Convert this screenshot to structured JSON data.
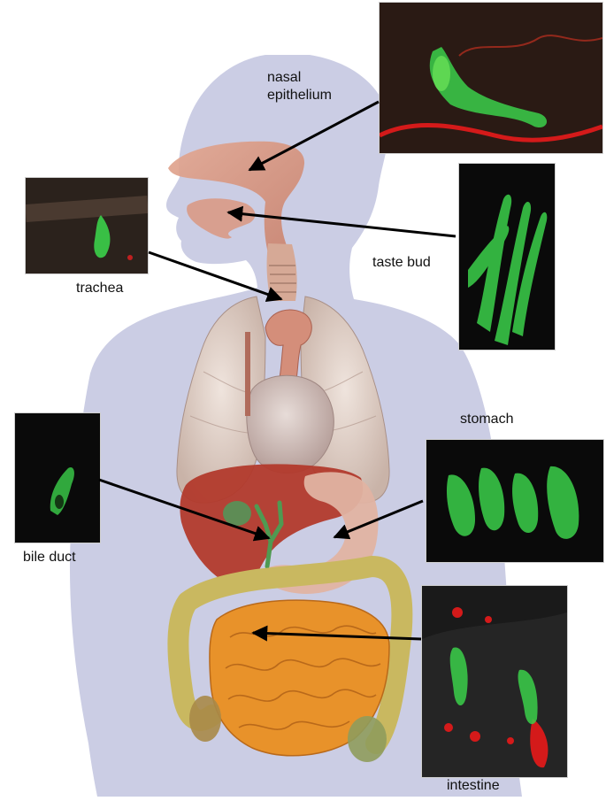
{
  "labels": {
    "nasal_line1": "nasal",
    "nasal_line2": "epithelium",
    "taste_bud": "taste bud",
    "trachea": "trachea",
    "stomach": "stomach",
    "bile_duct": "bile duct",
    "intestine": "intestine"
  },
  "colors": {
    "silhouette": "#cbcde4",
    "fluorescence_green": "#3bd04a",
    "fluorescence_red": "#d41a1a",
    "liver": "#b23a2c",
    "stomach": "#e0b3a2",
    "intestine": "#e8922a",
    "colon": "#c9b860",
    "arrow": "#000000"
  },
  "icons": [
    "human-silhouette",
    "organ-illustration",
    "micrograph-panel",
    "pointer-arrow"
  ]
}
